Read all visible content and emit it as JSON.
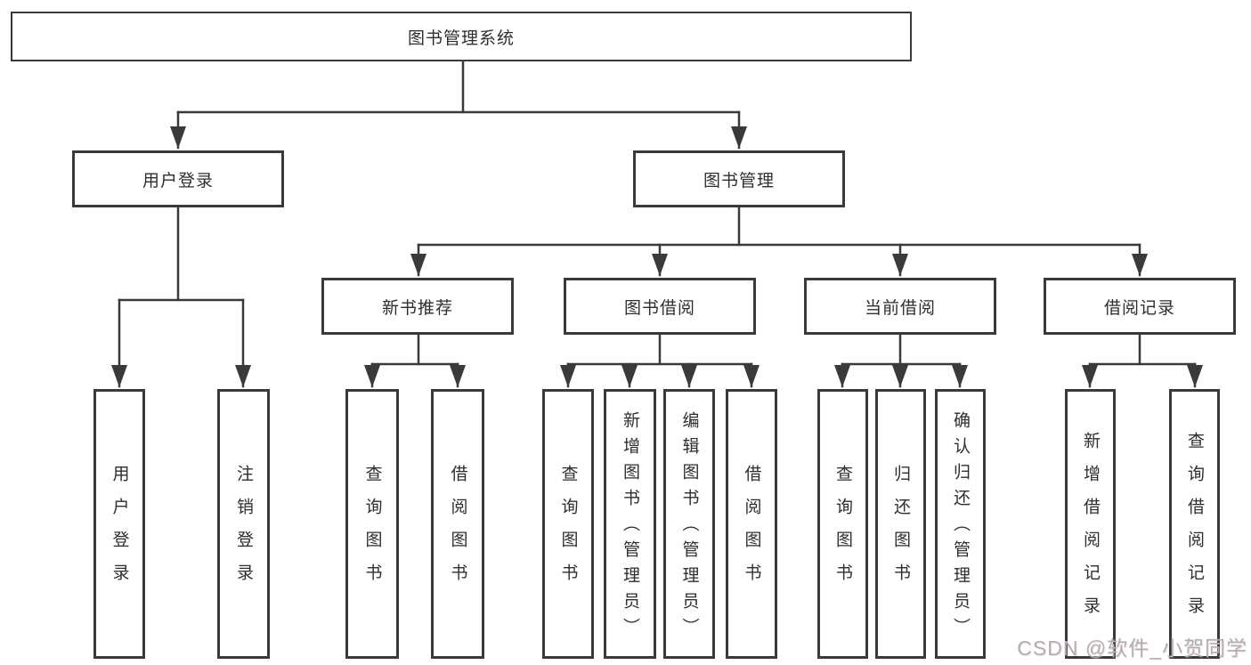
{
  "diagram": {
    "title_node": "图书管理系统",
    "root": {
      "label": "图书管理系统"
    },
    "branches": [
      {
        "label": "用户登录",
        "children": [
          {
            "label": "用户登录"
          },
          {
            "label": "注销登录"
          }
        ]
      },
      {
        "label": "图书管理",
        "groups": [
          {
            "label": "新书推荐",
            "children": [
              {
                "label": "查询图书"
              },
              {
                "label": "借阅图书"
              }
            ]
          },
          {
            "label": "图书借阅",
            "children": [
              {
                "label": "查询图书"
              },
              {
                "label": "新增图书（管理员）"
              },
              {
                "label": "编辑图书（管理员）"
              },
              {
                "label": "借阅图书"
              }
            ]
          },
          {
            "label": "当前借阅",
            "children": [
              {
                "label": "查询图书"
              },
              {
                "label": "归还图书"
              },
              {
                "label": "确认归还（管理员）"
              }
            ]
          },
          {
            "label": "借阅记录",
            "children": [
              {
                "label": "新增借阅记录"
              },
              {
                "label": "查询借阅记录"
              }
            ]
          }
        ]
      }
    ]
  },
  "watermark": {
    "text": "CSDN @软件_小贺同学"
  },
  "colors": {
    "line": "#3a3a3a",
    "text": "#2e2e2e",
    "watermark": "#b3aeb6",
    "background": "#ffffff"
  }
}
